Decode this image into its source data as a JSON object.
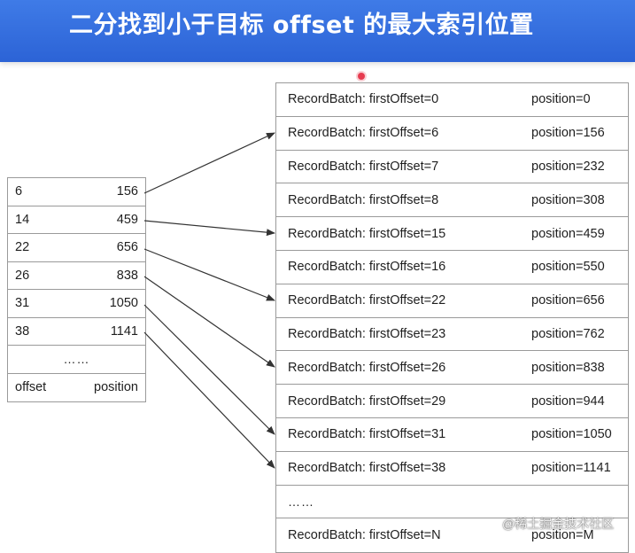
{
  "banner": {
    "title": "二分找到小于目标 offset 的最大索引位置"
  },
  "index_table": {
    "rows": [
      {
        "offset": "6",
        "position": "156"
      },
      {
        "offset": "14",
        "position": "459"
      },
      {
        "offset": "22",
        "position": "656"
      },
      {
        "offset": "26",
        "position": "838"
      },
      {
        "offset": "31",
        "position": "1050"
      },
      {
        "offset": "38",
        "position": "1141"
      }
    ],
    "ellipsis": "……",
    "header": {
      "offset": "offset",
      "position": "position"
    }
  },
  "record_table": {
    "rows": [
      {
        "label": "RecordBatch: firstOffset=0",
        "position": "position=0"
      },
      {
        "label": "RecordBatch: firstOffset=6",
        "position": "position=156"
      },
      {
        "label": "RecordBatch: firstOffset=7",
        "position": "position=232"
      },
      {
        "label": "RecordBatch: firstOffset=8",
        "position": "position=308"
      },
      {
        "label": "RecordBatch: firstOffset=15",
        "position": "position=459"
      },
      {
        "label": "RecordBatch: firstOffset=16",
        "position": "position=550"
      },
      {
        "label": "RecordBatch: firstOffset=22",
        "position": "position=656"
      },
      {
        "label": "RecordBatch: firstOffset=23",
        "position": "position=762"
      },
      {
        "label": "RecordBatch: firstOffset=26",
        "position": "position=838"
      },
      {
        "label": "RecordBatch: firstOffset=29",
        "position": "position=944"
      },
      {
        "label": "RecordBatch: firstOffset=31",
        "position": "position=1050"
      },
      {
        "label": "RecordBatch: firstOffset=38",
        "position": "position=1141"
      }
    ],
    "ellipsis": "……",
    "last_row": {
      "label": "RecordBatch: firstOffset=N",
      "position": "position=M"
    }
  },
  "watermark": "@稀土掘金技术社区",
  "colors": {
    "banner": "#2c63d6",
    "text": "#1f1f1f",
    "border": "#9a9a9a",
    "arrow": "#333333",
    "dot": "#e63b4f"
  }
}
